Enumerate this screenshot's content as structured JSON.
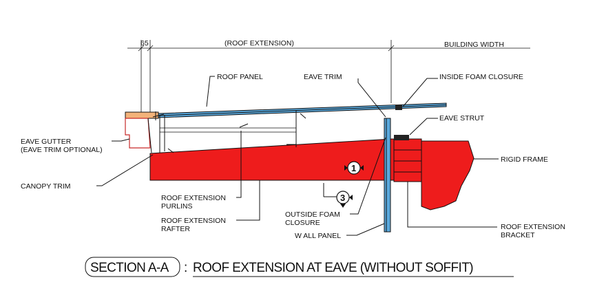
{
  "dimensions": {
    "d65": "65",
    "roof_extension": "(ROOF EXTENSION)",
    "building_width": "BUILDING WIDTH"
  },
  "labels": {
    "roof_panel": "ROOF PANEL",
    "eave_trim": "EAVE TRIM",
    "inside_foam_closure": "INSIDE FOAM CLOSURE",
    "eave_strut": "EAVE STRUT",
    "eave_gutter_1": "EAVE GUTTER",
    "eave_gutter_2": "(EAVE TRIM OPTIONAL)",
    "rigid_frame": "RIGID FRAME",
    "canopy_trim": "CANOPY TRIM",
    "purlins_1": "ROOF EXTENSION",
    "purlins_2": "PURLINS",
    "rafter_1": "ROOF EXTENSION",
    "rafter_2": "RAFTER",
    "outside_foam_1": "OUTSIDE FOAM",
    "outside_foam_2": "CLOSURE",
    "wall_panel": "W ALL PANEL",
    "bracket_1": "ROOF EXTENSION",
    "bracket_2": "BRACKET"
  },
  "markers": {
    "m1": "1",
    "m3": "3"
  },
  "title": {
    "section": "SECTION A-A",
    "separator": ":",
    "caption": "ROOF EXTENSION AT EAVE (WITHOUT SOFFIT)"
  },
  "colors": {
    "frame_red": "#ee1c1c",
    "panel_blue": "#5aa9dd",
    "gutter_orange": "#f3b37a",
    "trim_tan": "#e9a86a"
  }
}
